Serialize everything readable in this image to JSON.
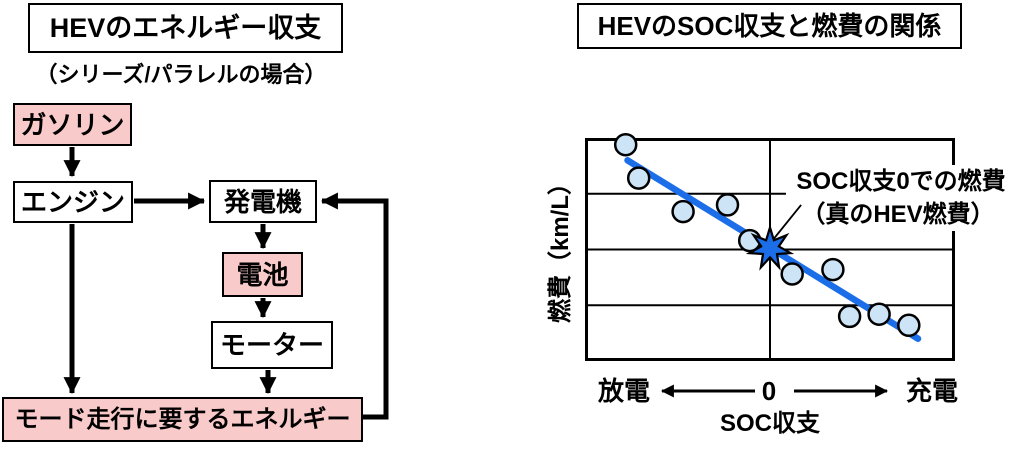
{
  "left_panel": {
    "title": "HEVのエネルギー収支",
    "subtitle": "（シリーズ/パラレルの場合）",
    "nodes": {
      "gasoline": {
        "label": "ガソリン",
        "style": "pink"
      },
      "engine": {
        "label": "エンジン",
        "style": "white"
      },
      "generator": {
        "label": "発電機",
        "style": "white"
      },
      "battery": {
        "label": "電池",
        "style": "pink"
      },
      "motor": {
        "label": "モーター",
        "style": "white"
      },
      "mode_energy": {
        "label": "モード走行に要するエネルギー",
        "style": "pink"
      }
    }
  },
  "right_panel": {
    "title": "HEVのSOC収支と燃費の関係",
    "ylabel": "燃費（km/L）",
    "xlabel": "SOC収支",
    "x_left_label": "放電",
    "x_zero_label": "0",
    "x_right_label": "充電",
    "annotation_line1": "SOC収支0での燃費",
    "annotation_line2": "（真のHEV燃費）"
  },
  "colors": {
    "pink_fill": "#f9caca",
    "box_border": "#000000",
    "trend_blue": "#1b6ee8",
    "point_fill": "#cde4f6",
    "star_fill": "#1b6ee8"
  },
  "chart_data": {
    "type": "scatter",
    "title": "HEVのSOC収支と燃費の関係",
    "xlabel": "SOC収支",
    "ylabel": "燃費（km/L）",
    "xlim": [
      -1,
      1
    ],
    "ylim": [
      0,
      1
    ],
    "x_axis_semantic": {
      "left": "放電",
      "zero": "0",
      "right": "充電"
    },
    "grid": {
      "h_lines_y": [
        0.25,
        0.5,
        0.75
      ],
      "v_lines_x": [
        0
      ]
    },
    "series": [
      {
        "name": "回帰直線",
        "type": "line",
        "points": [
          [
            -0.77,
            0.9
          ],
          [
            0.8,
            0.1
          ]
        ]
      },
      {
        "name": "測定点",
        "type": "scatter",
        "points": [
          [
            -0.78,
            0.97
          ],
          [
            -0.71,
            0.82
          ],
          [
            -0.47,
            0.67
          ],
          [
            -0.23,
            0.7
          ],
          [
            -0.11,
            0.54
          ],
          [
            0.12,
            0.39
          ],
          [
            0.34,
            0.41
          ],
          [
            0.43,
            0.2
          ],
          [
            0.59,
            0.21
          ],
          [
            0.75,
            0.16
          ]
        ]
      },
      {
        "name": "SOC収支0での燃費（真のHEV燃費）",
        "type": "star",
        "points": [
          [
            0.0,
            0.505
          ]
        ]
      }
    ],
    "annotation": {
      "text": [
        "SOC収支0での燃費",
        "（真のHEV燃費）"
      ],
      "pointer": [
        [
          0.168,
          0.7
        ],
        [
          0.011,
          0.538
        ]
      ]
    }
  }
}
